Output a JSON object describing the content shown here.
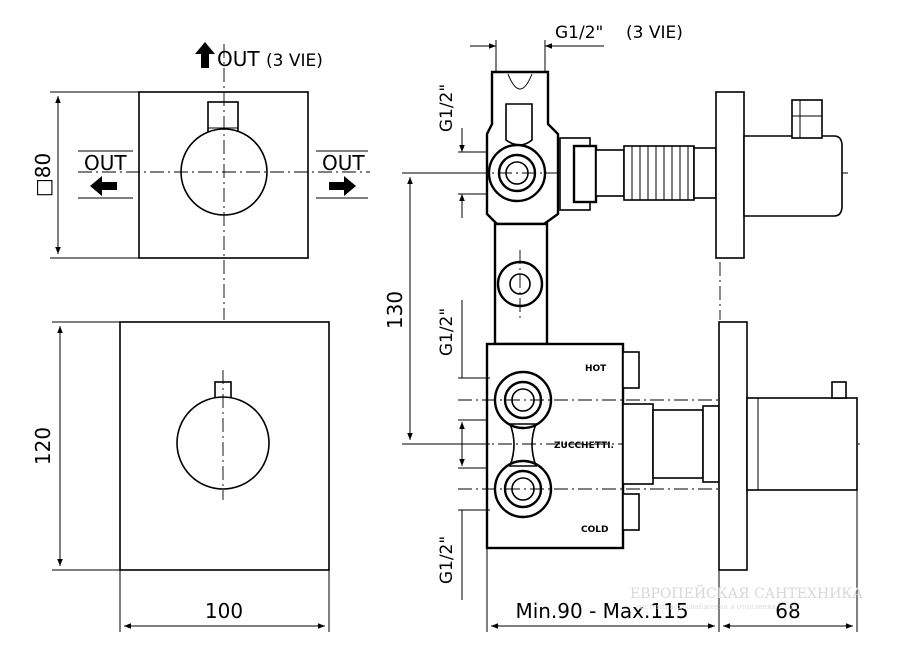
{
  "labels": {
    "out_top": "OUT",
    "out_top_note": "(3 VIE)",
    "out_left": "OUT",
    "out_right": "OUT",
    "square_80": "□80",
    "dim_120": "120",
    "dim_100": "100",
    "thread_top": "G1/2\"",
    "thread_top_note": "(3 VIE)",
    "thread_v1": "G1/2\"",
    "thread_v2": "G1/2\"",
    "thread_v3": "G1/2\"",
    "dim_130": "130",
    "dim_minmax": "Min.90  -  Max.115",
    "dim_68": "68",
    "hot": "HOT",
    "cold": "COLD",
    "brand": "ZUCCHETTI.",
    "watermark": "ЕВРОПЕЙСКАЯ САНТЕХНИКА",
    "watermark_sub": "системы водоснабжения и отопления • спа"
  }
}
